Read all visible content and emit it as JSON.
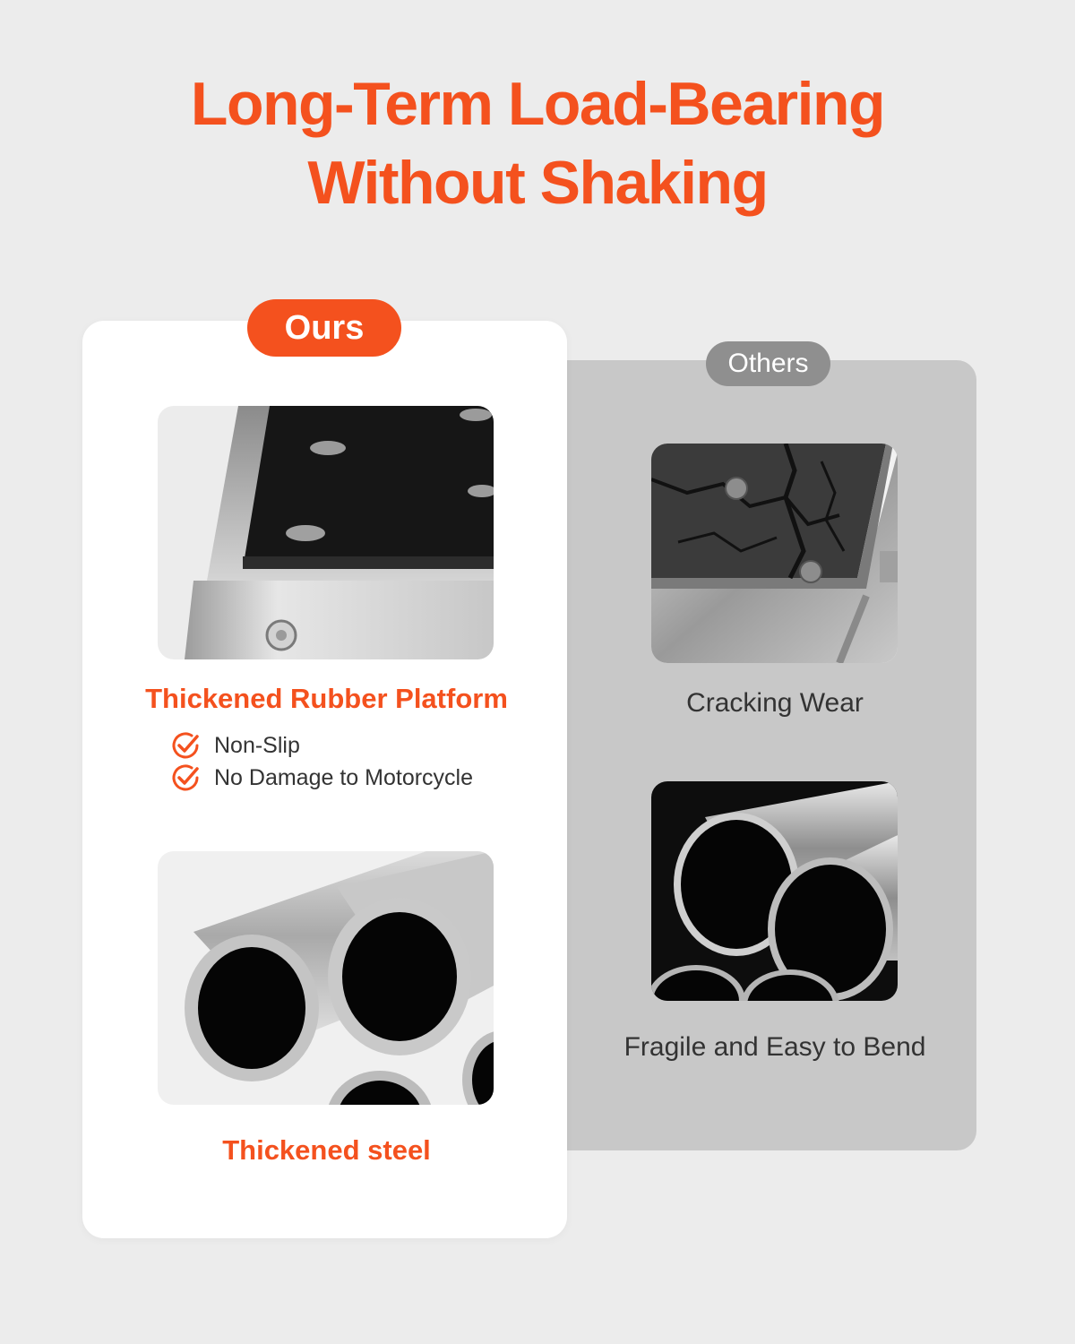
{
  "headline": {
    "line1": "Long-Term Load-Bearing",
    "line2": "Without Shaking"
  },
  "colors": {
    "accent": "#f4511e",
    "others_badge": "#8f8f8f",
    "others_panel": "#c8c8c8",
    "background": "#ececec"
  },
  "ours": {
    "badge": "Ours",
    "platform_image": "rubber-platform-photo",
    "platform_title": "Thickened Rubber Platform",
    "features": [
      {
        "icon": "check-circle-icon",
        "label": "Non-Slip"
      },
      {
        "icon": "check-circle-icon",
        "label": "No Damage to Motorcycle"
      }
    ],
    "steel_image": "thick-steel-tubes-photo",
    "steel_title": "Thickened steel"
  },
  "others": {
    "badge": "Others",
    "platform_image": "cracked-platform-photo",
    "platform_caption": "Cracking Wear",
    "steel_image": "thin-steel-tubes-photo",
    "steel_caption": "Fragile and Easy to Bend"
  }
}
